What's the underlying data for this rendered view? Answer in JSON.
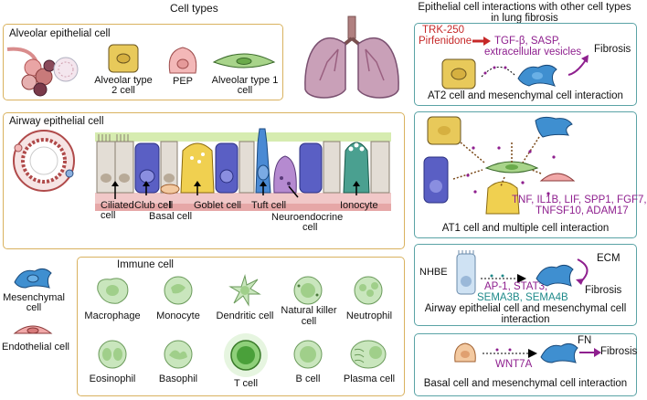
{
  "header": {
    "cell_types": "Cell types",
    "interactions_line1": "Epithelial cell interactions with other cell types",
    "interactions_line2": "in lung fibrosis"
  },
  "alveolar": {
    "title": "Alveolar epithelial cell",
    "type2_l1": "Alveolar type",
    "type2_l2": "2 cell",
    "pep": "PEP",
    "type1_l1": "Alveolar type 1",
    "type1_l2": "cell"
  },
  "airway": {
    "title": "Airway epithelial cell",
    "ciliated_l1": "Ciliated",
    "ciliated_l2": "cell",
    "club": "Club cell",
    "basal": "Basal cell",
    "goblet": "Goblet cell",
    "tuft": "Tuft cell",
    "neuro_l1": "Neuroendocrine",
    "neuro_l2": "cell",
    "ionocyte": "Ionocyte"
  },
  "other": {
    "mes_l1": "Mesenchymal",
    "mes_l2": "cell",
    "endo": "Endothelial cell"
  },
  "immune": {
    "title": "Immune cell",
    "cells": [
      "Macrophage",
      "Monocyte",
      "Dendritic cell",
      "Natural killer cell",
      "Neutrophil",
      "Eosinophil",
      "Basophil",
      "T cell",
      "B cell",
      "Plasma cell"
    ]
  },
  "panel1": {
    "drug1": "TRK-250",
    "drug2": "Pirfenidone",
    "factors1": "TGF-β, SASP,",
    "factors2": "extracellular vesicles",
    "fibrosis": "Fibrosis",
    "caption": "AT2 cell and mesenchymal cell interaction"
  },
  "panel2": {
    "factors1": "TNF, IL1B, LIF, SPP1, FGF7,",
    "factors2": "TNFSF10, ADAM17",
    "caption": "AT1 cell and multiple cell interaction"
  },
  "panel3": {
    "nhbe": "NHBE",
    "factors1": "AP-1, STAT3,",
    "factors2": "SEMA3B, SEMA4B",
    "ecm": "ECM",
    "fibrosis": "Fibrosis",
    "caption1": "Airway epithelial cell and mesenchymal cell",
    "caption2": "interaction"
  },
  "panel4": {
    "factor": "WNT7A",
    "fn": "FN",
    "fibrosis": "Fibrosis",
    "caption": "Basal cell and mesenchymal cell interaction"
  },
  "colors": {
    "gold_border": "#d9b25f",
    "teal_border": "#5aa3a6",
    "red_text": "#c62828",
    "purple_text": "#8e1f8e",
    "teal_text": "#1f8a8a",
    "mesenchymal": "#3f8fd0",
    "at2": "#e8c95a",
    "pep": "#f3b8b8"
  }
}
